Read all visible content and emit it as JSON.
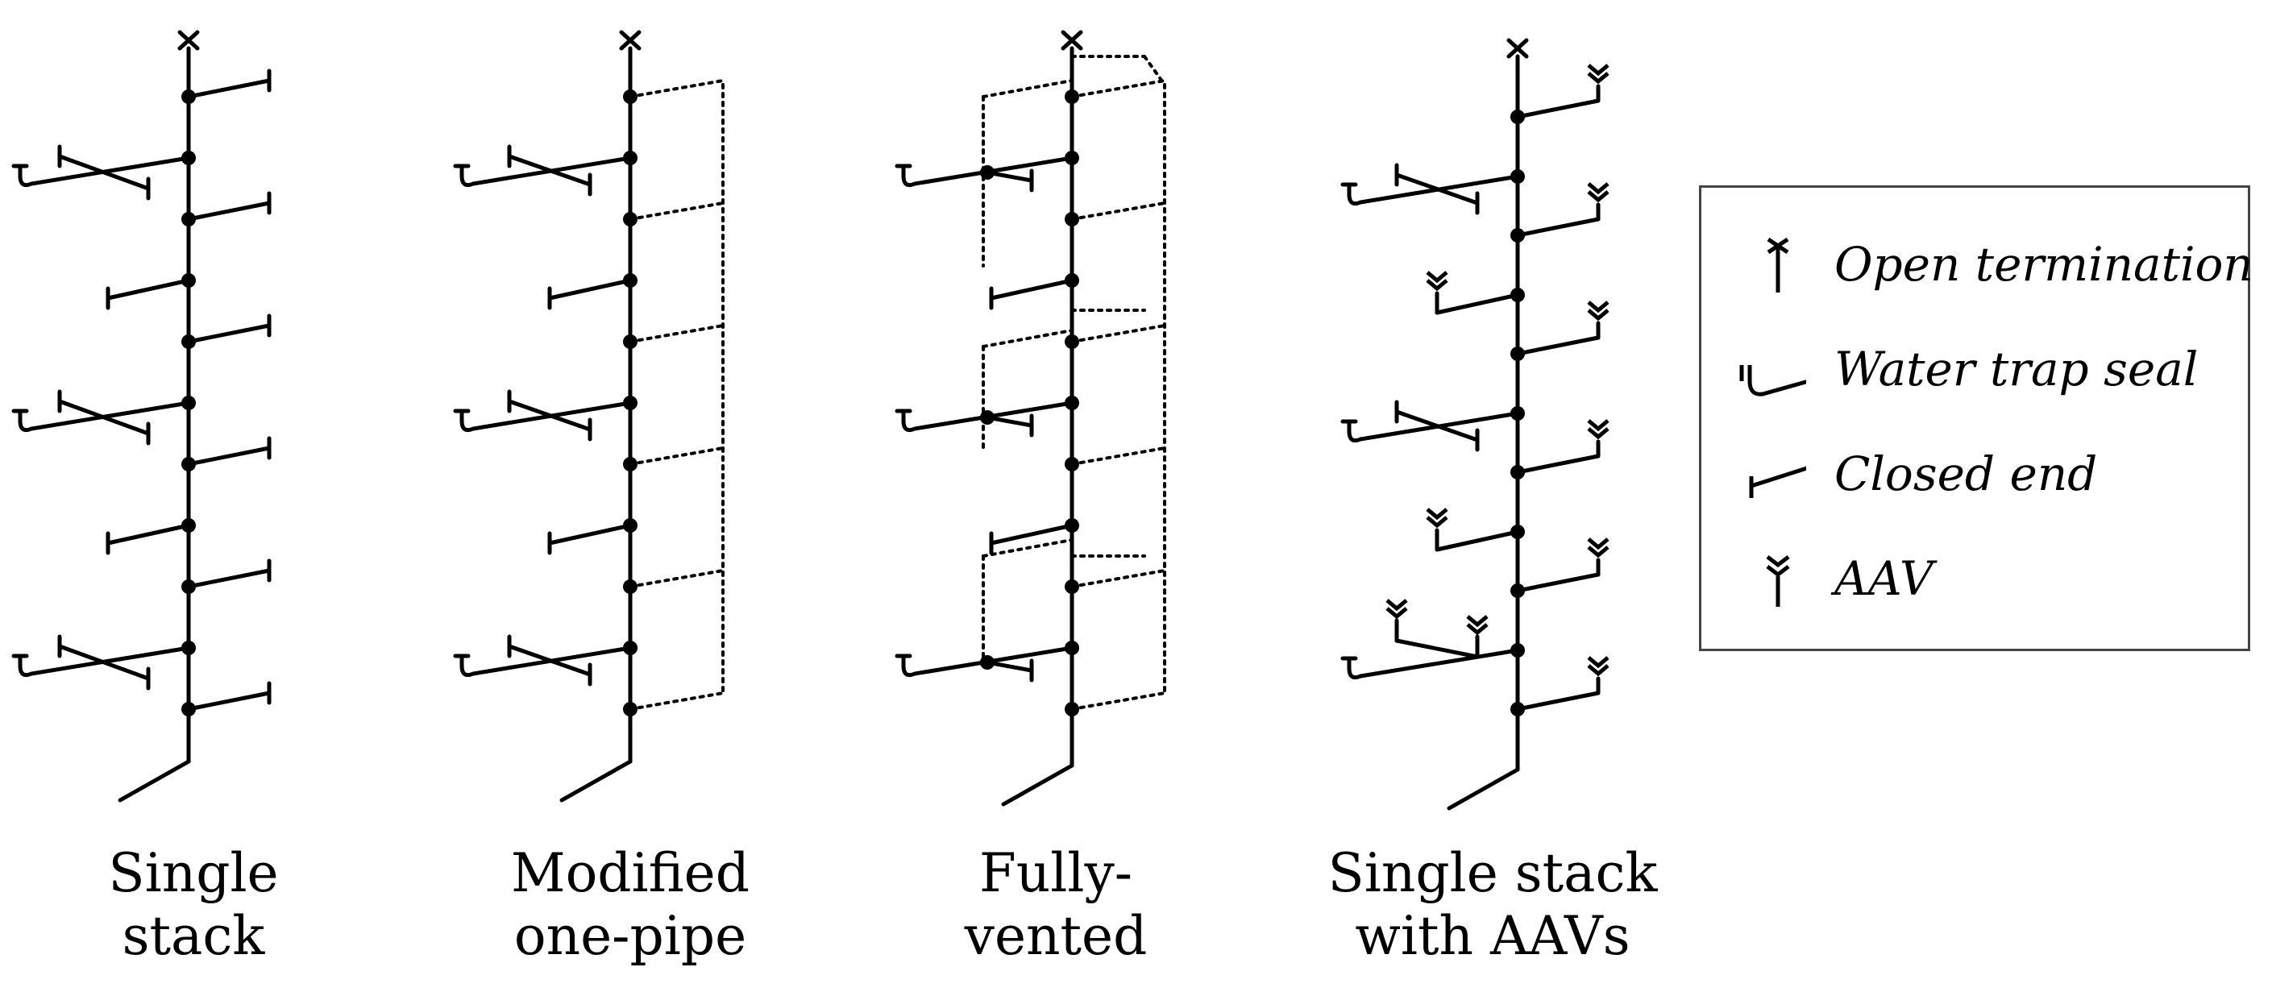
{
  "diagrams": [
    {
      "caption_line1": "Single",
      "caption_line2": "stack",
      "branches": [
        {
          "side": "right",
          "type": "closed"
        },
        {
          "side": "left",
          "type": "trap"
        },
        {
          "side": "right",
          "type": "closed"
        },
        {
          "side": "left",
          "type": "closed"
        },
        {
          "side": "right",
          "type": "closed"
        },
        {
          "side": "left",
          "type": "trap"
        },
        {
          "side": "right",
          "type": "closed"
        },
        {
          "side": "left",
          "type": "closed"
        },
        {
          "side": "right",
          "type": "closed"
        },
        {
          "side": "left",
          "type": "trap"
        },
        {
          "side": "right",
          "type": "closed"
        }
      ],
      "vent": "none"
    },
    {
      "caption_line1": "Modified",
      "caption_line2": "one-pipe",
      "branches": [
        {
          "side": "vent",
          "type": "none"
        },
        {
          "side": "left",
          "type": "trap"
        },
        {
          "side": "vent",
          "type": "none"
        },
        {
          "side": "left",
          "type": "closed"
        },
        {
          "side": "vent",
          "type": "none"
        },
        {
          "side": "left",
          "type": "trap"
        },
        {
          "side": "vent",
          "type": "none"
        },
        {
          "side": "left",
          "type": "closed"
        },
        {
          "side": "vent",
          "type": "none"
        },
        {
          "side": "left",
          "type": "trap"
        },
        {
          "side": "vent",
          "type": "none"
        }
      ],
      "vent": "dotted-parallel"
    },
    {
      "caption_line1": "Fully-",
      "caption_line2": "vented",
      "branches": [
        {
          "side": "vent",
          "type": "none"
        },
        {
          "side": "left",
          "type": "trap"
        },
        {
          "side": "vent",
          "type": "none"
        },
        {
          "side": "left",
          "type": "closed"
        },
        {
          "side": "vent",
          "type": "none"
        },
        {
          "side": "left",
          "type": "trap"
        },
        {
          "side": "vent",
          "type": "none"
        },
        {
          "side": "left",
          "type": "closed"
        },
        {
          "side": "vent",
          "type": "none"
        },
        {
          "side": "left",
          "type": "trap"
        },
        {
          "side": "vent",
          "type": "none"
        }
      ],
      "vent": "dotted-full"
    },
    {
      "caption_line1": "Single stack",
      "caption_line2": "with AAVs",
      "branches": [
        {
          "side": "right",
          "type": "aav"
        },
        {
          "side": "left",
          "type": "trap"
        },
        {
          "side": "right",
          "type": "aav"
        },
        {
          "side": "left",
          "type": "aav"
        },
        {
          "side": "right",
          "type": "aav"
        },
        {
          "side": "left",
          "type": "trap"
        },
        {
          "side": "right",
          "type": "aav"
        },
        {
          "side": "left",
          "type": "aav"
        },
        {
          "side": "right",
          "type": "aav"
        },
        {
          "side": "left",
          "type": "trap-aav"
        },
        {
          "side": "right",
          "type": "aav"
        }
      ],
      "vent": "none"
    }
  ],
  "legend": {
    "items": [
      {
        "icon": "open-termination-icon",
        "label": "Open termination"
      },
      {
        "icon": "water-trap-seal-icon",
        "label": "Water trap seal"
      },
      {
        "icon": "closed-end-icon",
        "label": "Closed end"
      },
      {
        "icon": "aav-icon",
        "label": "AAV"
      }
    ]
  }
}
